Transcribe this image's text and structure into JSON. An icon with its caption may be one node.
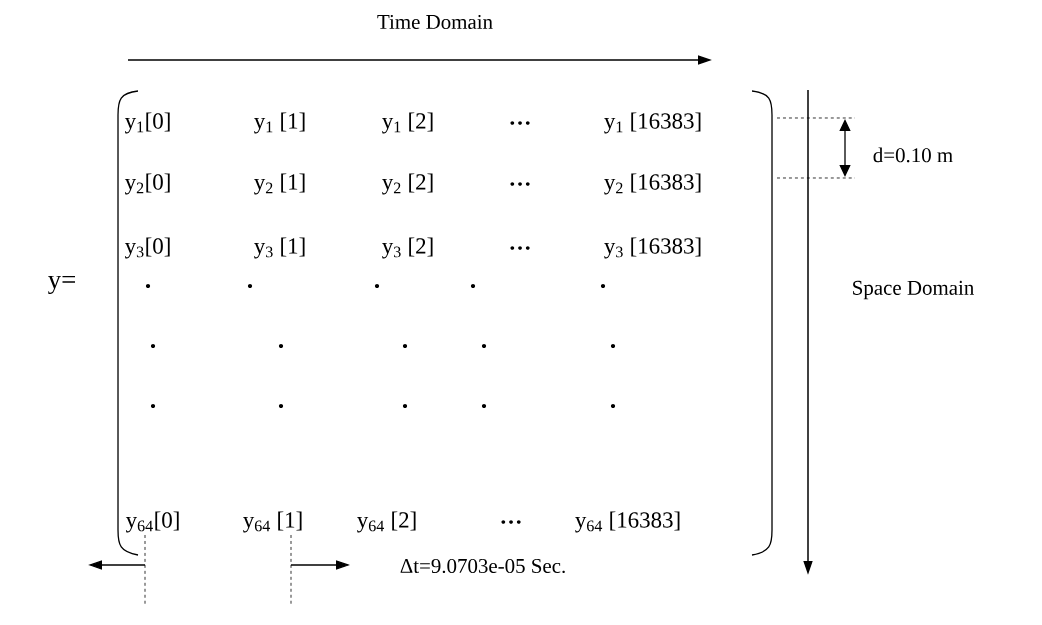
{
  "diagram": {
    "labels": [
      "Time Domain",
      "y$_{1}$[0]",
      "y$_{1}$ [1]",
      "y$_{1}$ [2]",
      "…",
      "y$_{1}$ [16383]",
      "d=0.10 m",
      "y$_{2}$[0]",
      "y$_{2}$ [1]",
      "y$_{2}$ [2]",
      "…",
      "y$_{2}$ [16383]",
      "y$_{3}$[0]",
      "y$_{3}$ [1]",
      "y$_{3}$ [2]",
      "…",
      "y$_{3}$ [16383]",
      "y=",
      ".",
      ".",
      ".",
      ".",
      ".",
      "Space Domain",
      ".",
      ".",
      ".",
      ".",
      ".",
      ".",
      ".",
      ".",
      ".",
      ".",
      "y$_{64}$[0]",
      "y$_{64}$ [1]",
      "y$_{64}$ [2]",
      "…",
      "y$_{64}$ [16383]",
      "Δt=9.0703e-05 Sec."
    ]
  }
}
